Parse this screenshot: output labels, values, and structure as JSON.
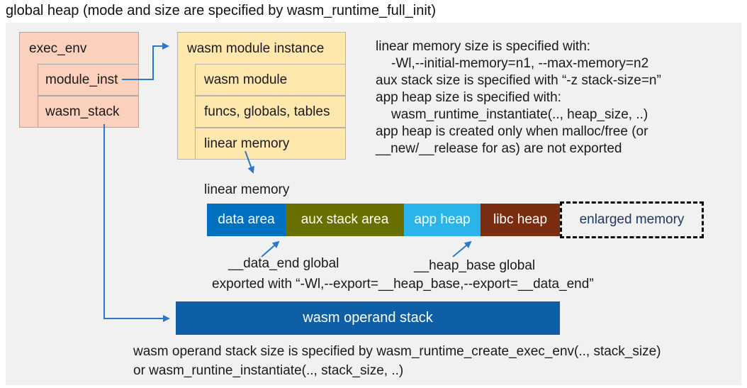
{
  "title": "global heap (mode and size are specified by wasm_runtime_full_init)",
  "exec_env_box": {
    "header": "exec_env",
    "rows": [
      "module_inst",
      "wasm_stack"
    ]
  },
  "module_instance_box": {
    "header": "wasm module instance",
    "rows": [
      "wasm module",
      "funcs, globals, tables",
      "linear memory"
    ]
  },
  "notes_right": {
    "lines": [
      "linear memory size is specified with:",
      "-Wl,--initial-memory=n1, --max-memory=n2",
      "aux stack size is specified with “-z stack-size=n”",
      "app heap size is specified with:",
      "wasm_runtime_instantiate(.., heap_size, ..)",
      "app heap is created only when malloc/free (or",
      "__new/__release for as) are not exported"
    ]
  },
  "linear_memory_label": "linear memory",
  "memory_bar": {
    "segments": [
      {
        "label": "data area",
        "color": "#0070c0"
      },
      {
        "label": "aux stack area",
        "color": "#6a7000"
      },
      {
        "label": "app heap",
        "color": "#29b5e9"
      },
      {
        "label": "libc heap",
        "color": "#7b2d12"
      },
      {
        "label": "enlarged memory",
        "color": "transparent",
        "style": "dashed-outline",
        "text_color": "#1f3864"
      }
    ]
  },
  "annotations": {
    "data_end": "__data_end global",
    "heap_base": "__heap_base global",
    "exported": "exported with “-Wl,--export=__heap_base,--export=__data_end”"
  },
  "operand_stack": {
    "label": "wasm operand stack",
    "color": "#0e5fa6"
  },
  "bottom_notes": {
    "line1": "wasm operand stack size is specified by wasm_runtime_create_exec_env(.., stack_size)",
    "line2": "or wasm_runtine_instantiate(.., stack_size, ..)"
  },
  "colors": {
    "panel_bg": "#f1f1f1",
    "struct_box_pink": "#fbd0bd",
    "struct_box_cream": "#ffe8ad",
    "arrow_blue": "#2e78cc",
    "enlarged_text_navy": "#1f3864"
  }
}
